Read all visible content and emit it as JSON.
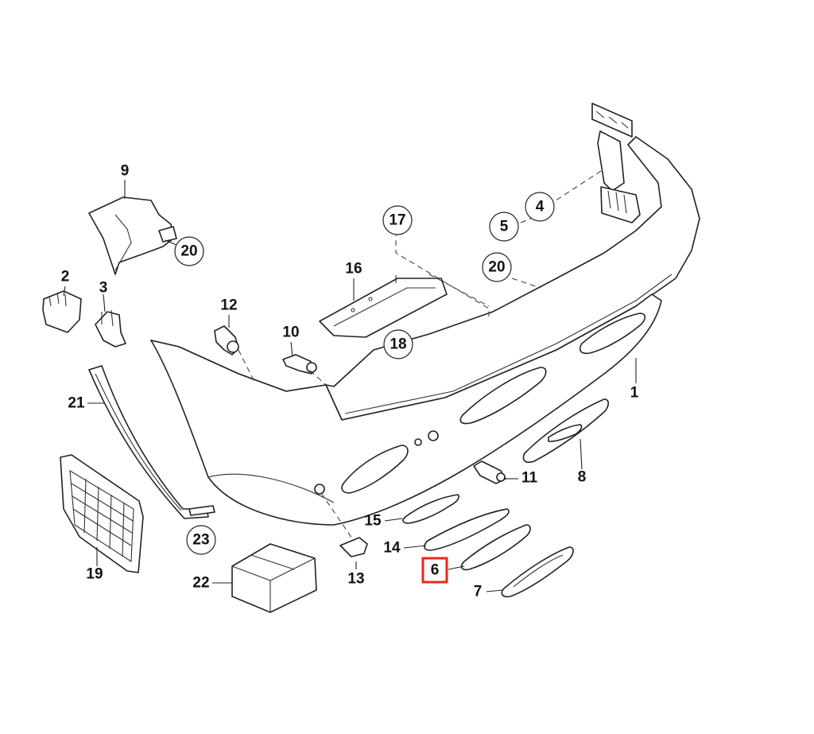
{
  "diagram": {
    "highlight_color": "#e8291c",
    "highlighted_part": "6",
    "callouts": [
      {
        "id": "c1",
        "label": "1",
        "circled": false
      },
      {
        "id": "c2",
        "label": "2",
        "circled": false
      },
      {
        "id": "c3",
        "label": "3",
        "circled": false
      },
      {
        "id": "c4",
        "label": "4",
        "circled": true
      },
      {
        "id": "c5",
        "label": "5",
        "circled": true
      },
      {
        "id": "c6",
        "label": "6",
        "circled": false,
        "highlighted": true
      },
      {
        "id": "c7",
        "label": "7",
        "circled": false
      },
      {
        "id": "c8",
        "label": "8",
        "circled": false
      },
      {
        "id": "c9",
        "label": "9",
        "circled": false
      },
      {
        "id": "c10",
        "label": "10",
        "circled": false
      },
      {
        "id": "c11",
        "label": "11",
        "circled": false
      },
      {
        "id": "c12",
        "label": "12",
        "circled": false
      },
      {
        "id": "c13",
        "label": "13",
        "circled": false
      },
      {
        "id": "c14",
        "label": "14",
        "circled": false
      },
      {
        "id": "c15",
        "label": "15",
        "circled": false
      },
      {
        "id": "c16",
        "label": "16",
        "circled": false
      },
      {
        "id": "c17",
        "label": "17",
        "circled": true
      },
      {
        "id": "c18",
        "label": "18",
        "circled": true
      },
      {
        "id": "c19",
        "label": "19",
        "circled": false
      },
      {
        "id": "c20a",
        "label": "20",
        "circled": true
      },
      {
        "id": "c20b",
        "label": "20",
        "circled": true
      },
      {
        "id": "c21",
        "label": "21",
        "circled": false
      },
      {
        "id": "c22",
        "label": "22",
        "circled": false
      },
      {
        "id": "c23",
        "label": "23",
        "circled": true
      }
    ]
  }
}
